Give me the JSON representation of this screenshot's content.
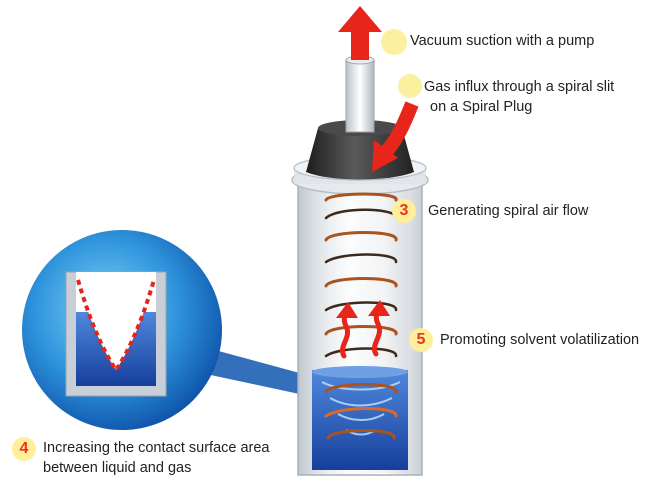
{
  "steps": [
    {
      "number": "",
      "text": "Vacuum suction with a pump"
    },
    {
      "number": "",
      "line1": "Gas influx through a spiral slit",
      "line2": "on a Spiral Plug"
    },
    {
      "number": "3",
      "text": "Generating spiral air flow"
    },
    {
      "number": "4",
      "line1": "Increasing the contact surface area",
      "line2": "between liquid and gas"
    },
    {
      "number": "5",
      "text": "Promoting solvent volatilization"
    }
  ],
  "colors": {
    "arrow": "#e8251a",
    "badge": "#fbf0a0",
    "badge_number": "#e8341c",
    "liquid": "#2f66c8",
    "zoom_circle": "#1e78c8",
    "spiral": "#a9531e",
    "plug": "#3a3a3a"
  },
  "icons": [
    "up-arrow-icon",
    "curved-arrow-icon",
    "wavy-arrow-icon"
  ]
}
